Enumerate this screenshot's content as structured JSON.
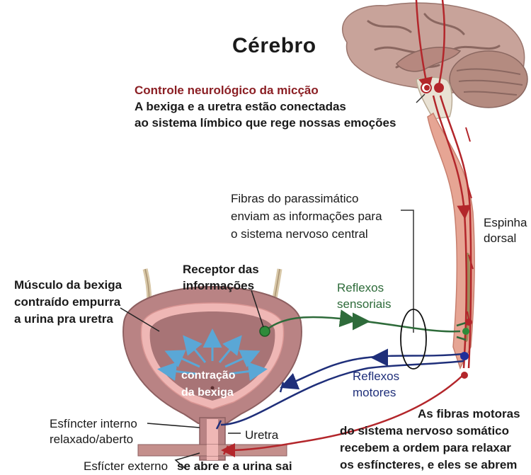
{
  "title": "Cérebro",
  "control": {
    "heading": "Controle neurológico da micção",
    "line1": "A bexiga e a uretra estão conectadas",
    "line2": "ao sistema límbico que rege nossas emoções"
  },
  "spine": {
    "line1": "Espinha",
    "line2": "dorsal"
  },
  "parasympathetic": {
    "line1": "Fibras do parassimático",
    "line2": "enviam as informações para",
    "line3": "o sistema nervoso central"
  },
  "receptor": {
    "line1": "Receptor das",
    "line2": "informações"
  },
  "muscle": {
    "line1": "Músculo da bexiga",
    "line2": "contraído empurra",
    "line3": "a urina pra uretra"
  },
  "sensory": {
    "line1": "Reflexos",
    "line2": "sensoriais"
  },
  "motor": {
    "line1": "Reflexos",
    "line2": "motores"
  },
  "contraction": {
    "line1": "contração",
    "line2": "da bexiga"
  },
  "internal_sphincter": {
    "line1": "Esfíncter interno",
    "line2": "relaxado/aberto"
  },
  "urethra": "Uretra",
  "external_sphincter": {
    "label": "Esfícter externo",
    "action": "se abre e a urina sai"
  },
  "somatic": {
    "line1": "As fibras motoras",
    "line2": "do sistema nervoso somático",
    "line3": "recebem a ordem para relaxar",
    "line4": "os esfíncteres, e eles se abrem"
  },
  "colors": {
    "nerve_red": "#b3262b",
    "sensory_green": "#2e6b3a",
    "motor_blue": "#1f2f7a",
    "bladder": "#b98384",
    "bladder_inner": "#a87476",
    "arrow_blue": "#5aa7d6"
  }
}
